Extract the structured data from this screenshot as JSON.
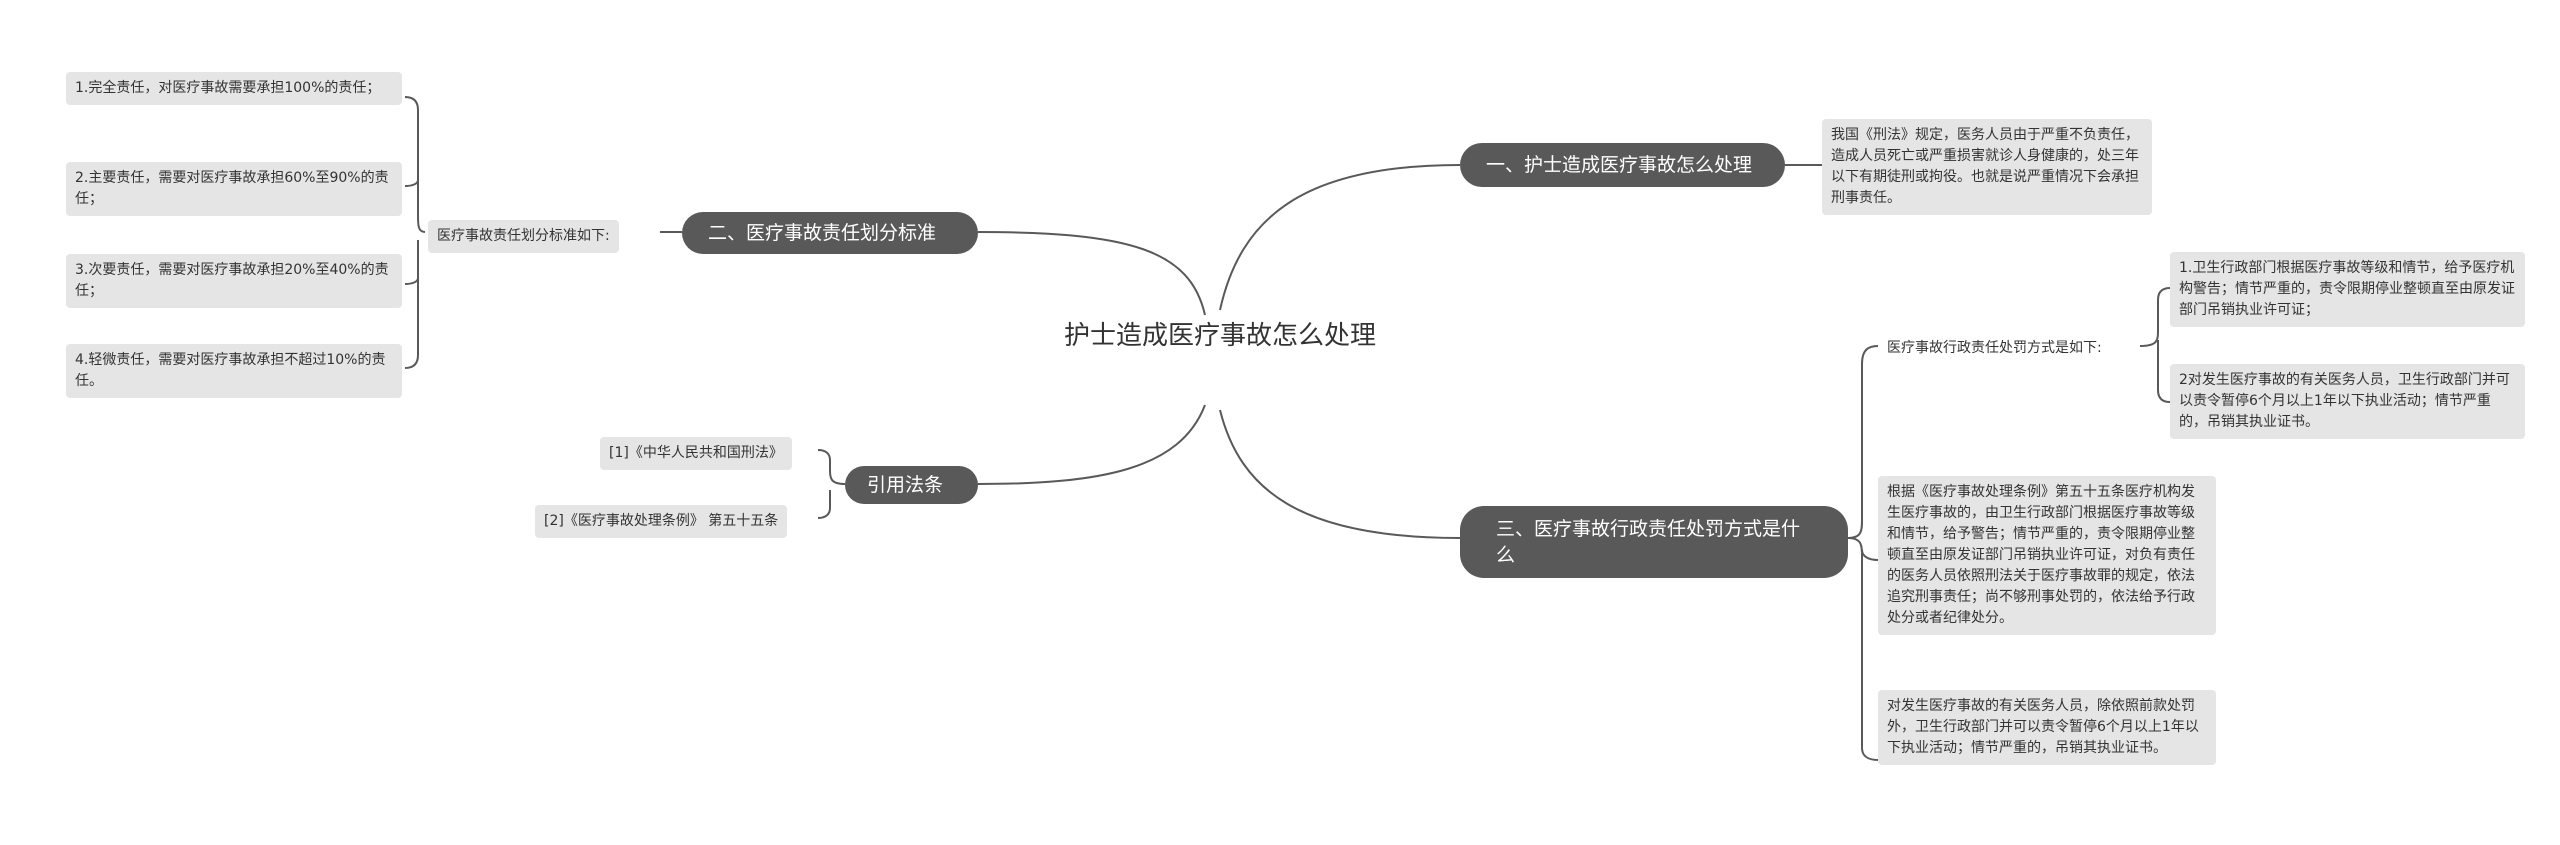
{
  "root": {
    "text": "护士造成医疗事故怎么处理"
  },
  "right": {
    "b1": {
      "title": "一、护士造成医疗事故怎么处理",
      "detail": "我国《刑法》规定，医务人员由于严重不负责任，造成人员死亡或严重损害就诊人身健康的，处三年以下有期徒刑或拘役。也就是说严重情况下会承担刑事责任。"
    },
    "b3": {
      "title": "三、医疗事故行政责任处罚方式是什么",
      "sub_label": "医疗事故行政责任处罚方式是如下:",
      "sub_items": [
        "1.卫生行政部门根据医疗事故等级和情节，给予医疗机构警告；情节严重的，责令限期停业整顿直至由原发证部门吊销执业许可证；",
        "2对发生医疗事故的有关医务人员，卫生行政部门并可以责令暂停6个月以上1年以下执业活动；情节严重的，吊销其执业证书。"
      ],
      "detail1": "根据《医疗事故处理条例》第五十五条医疗机构发生医疗事故的，由卫生行政部门根据医疗事故等级和情节，给予警告；情节严重的，责令限期停业整顿直至由原发证部门吊销执业许可证，对负有责任的医务人员依照刑法关于医疗事故罪的规定，依法追究刑事责任；尚不够刑事处罚的，依法给予行政处分或者纪律处分。",
      "detail2": "对发生医疗事故的有关医务人员，除依照前款处罚外，卫生行政部门并可以责令暂停6个月以上1年以下执业活动；情节严重的，吊销其执业证书。"
    }
  },
  "left": {
    "b2": {
      "title": "二、医疗事故责任划分标准",
      "sub_label": "医疗事故责任划分标准如下:",
      "items": [
        "1.完全责任，对医疗事故需要承担100%的责任；",
        "2.主要责任，需要对医疗事故承担60%至90%的责任；",
        "3.次要责任，需要对医疗事故承担20%至40%的责任；",
        "4.轻微责任，需要对医疗事故承担不超过10%的责任。"
      ]
    },
    "refs": {
      "title": "引用法条",
      "items": [
        "[1]《中华人民共和国刑法》",
        "[2]《医疗事故处理条例》 第五十五条"
      ]
    }
  },
  "colors": {
    "branch": "#595959",
    "leaf": "#e5e5e5",
    "line": "#595959"
  }
}
